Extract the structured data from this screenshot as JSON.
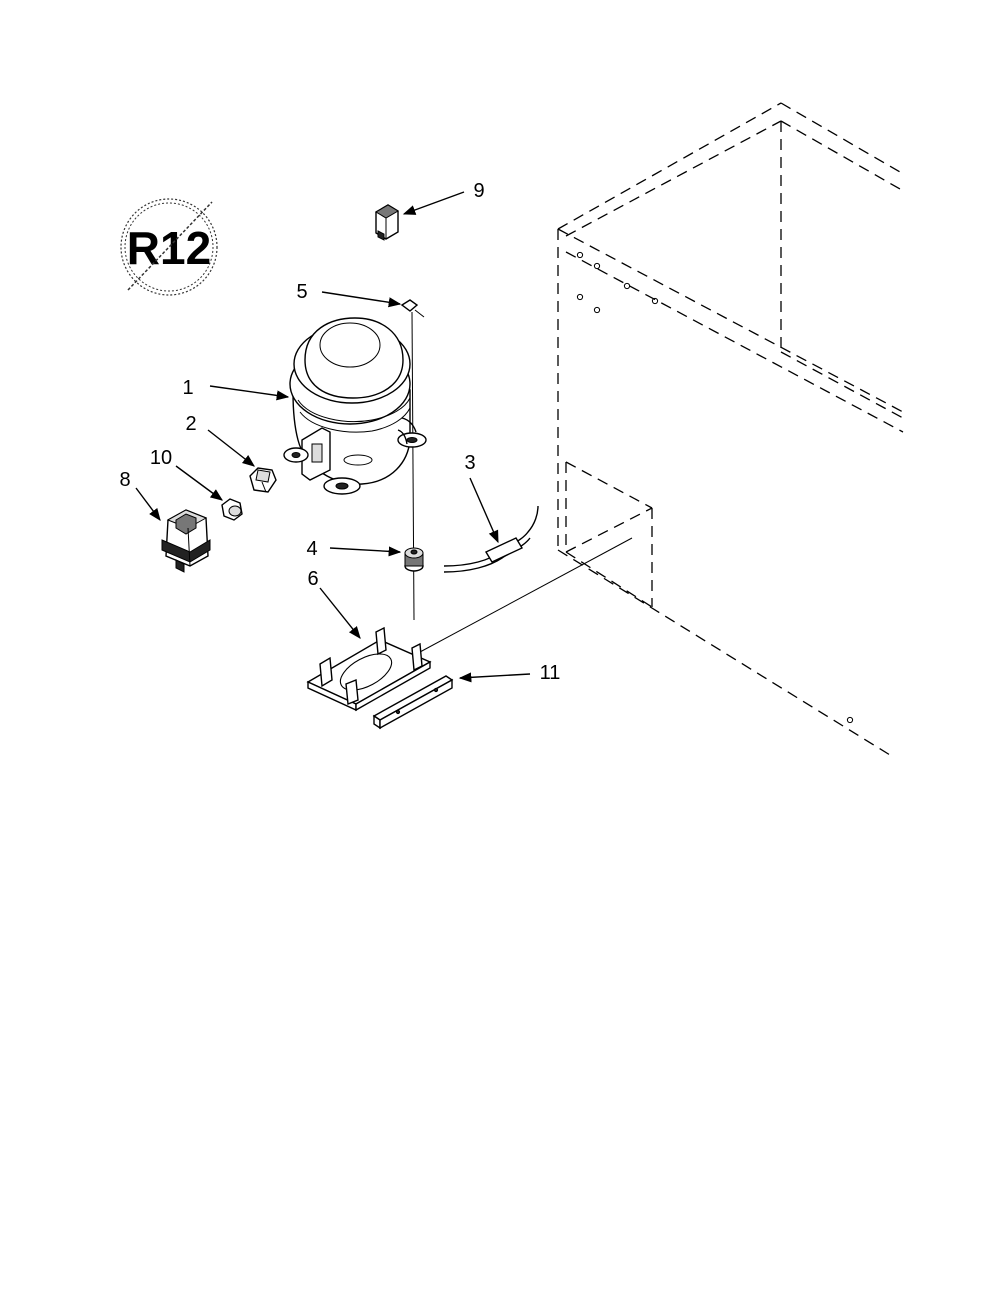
{
  "logo": {
    "text": "R12"
  },
  "callouts": [
    {
      "id": "1",
      "label": "1"
    },
    {
      "id": "2",
      "label": "2"
    },
    {
      "id": "3",
      "label": "3"
    },
    {
      "id": "4",
      "label": "4"
    },
    {
      "id": "5",
      "label": "5"
    },
    {
      "id": "6",
      "label": "6"
    },
    {
      "id": "8",
      "label": "8"
    },
    {
      "id": "9",
      "label": "9"
    },
    {
      "id": "10",
      "label": "10"
    },
    {
      "id": "11",
      "label": "11"
    }
  ]
}
